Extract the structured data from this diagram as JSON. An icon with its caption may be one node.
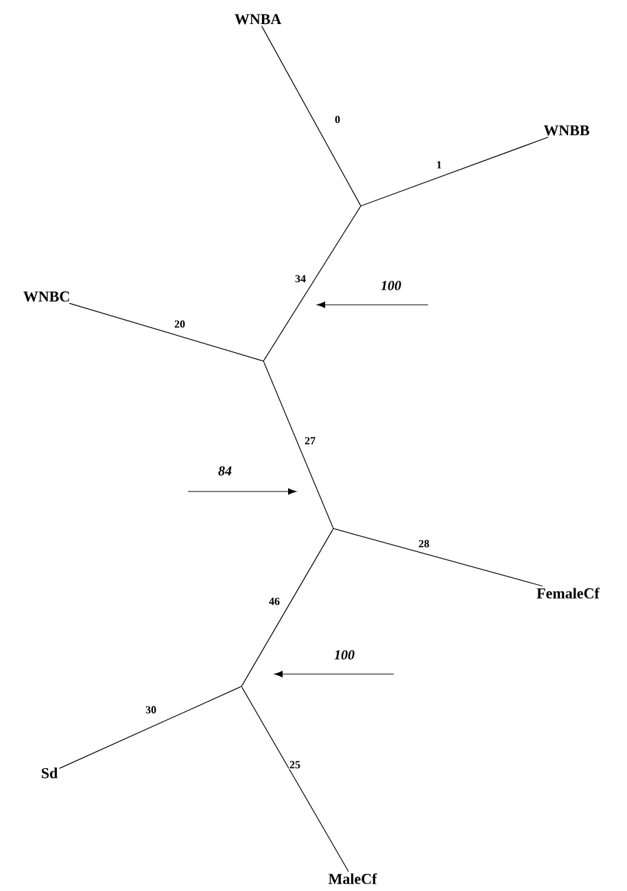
{
  "diagram": {
    "nodes": [
      {
        "text": [
          "WNBA"
        ]
      },
      {
        "text": [
          "WNBB"
        ]
      },
      {
        "text": [
          "WNBC"
        ]
      },
      {
        "text": [
          "FemaleCf"
        ]
      },
      {
        "text": [
          "Sd"
        ]
      },
      {
        "text": [
          "MaleCf"
        ]
      },
      {
        "text": [],
        "shape": "point"
      },
      {
        "text": [],
        "shape": "point"
      },
      {
        "text": [],
        "shape": "point"
      },
      {
        "text": [],
        "shape": "point"
      },
      {
        "text": [
          "100"
        ]
      },
      {
        "text": [
          "84"
        ]
      },
      {
        "text": [
          "100"
        ]
      }
    ],
    "edges": [
      {
        "from": 0,
        "to": 6,
        "arrow": "none",
        "label": "0"
      },
      {
        "from": 1,
        "to": 6,
        "arrow": "none",
        "label": "1"
      },
      {
        "from": 6,
        "to": 7,
        "arrow": "none",
        "label": "34"
      },
      {
        "from": 2,
        "to": 7,
        "arrow": "none",
        "label": "20"
      },
      {
        "from": 7,
        "to": 8,
        "arrow": "none",
        "label": "27"
      },
      {
        "from": 8,
        "to": 3,
        "arrow": "none",
        "label": "28"
      },
      {
        "from": 8,
        "to": 9,
        "arrow": "none",
        "label": "46"
      },
      {
        "from": 9,
        "to": 4,
        "arrow": "none",
        "label": "30"
      },
      {
        "from": 9,
        "to": 5,
        "arrow": "none",
        "label": "25"
      },
      {
        "from": 10,
        "to": null,
        "arrow": "to"
      },
      {
        "from": 11,
        "to": null,
        "arrow": "to"
      },
      {
        "from": 12,
        "to": null,
        "arrow": "to"
      }
    ]
  }
}
